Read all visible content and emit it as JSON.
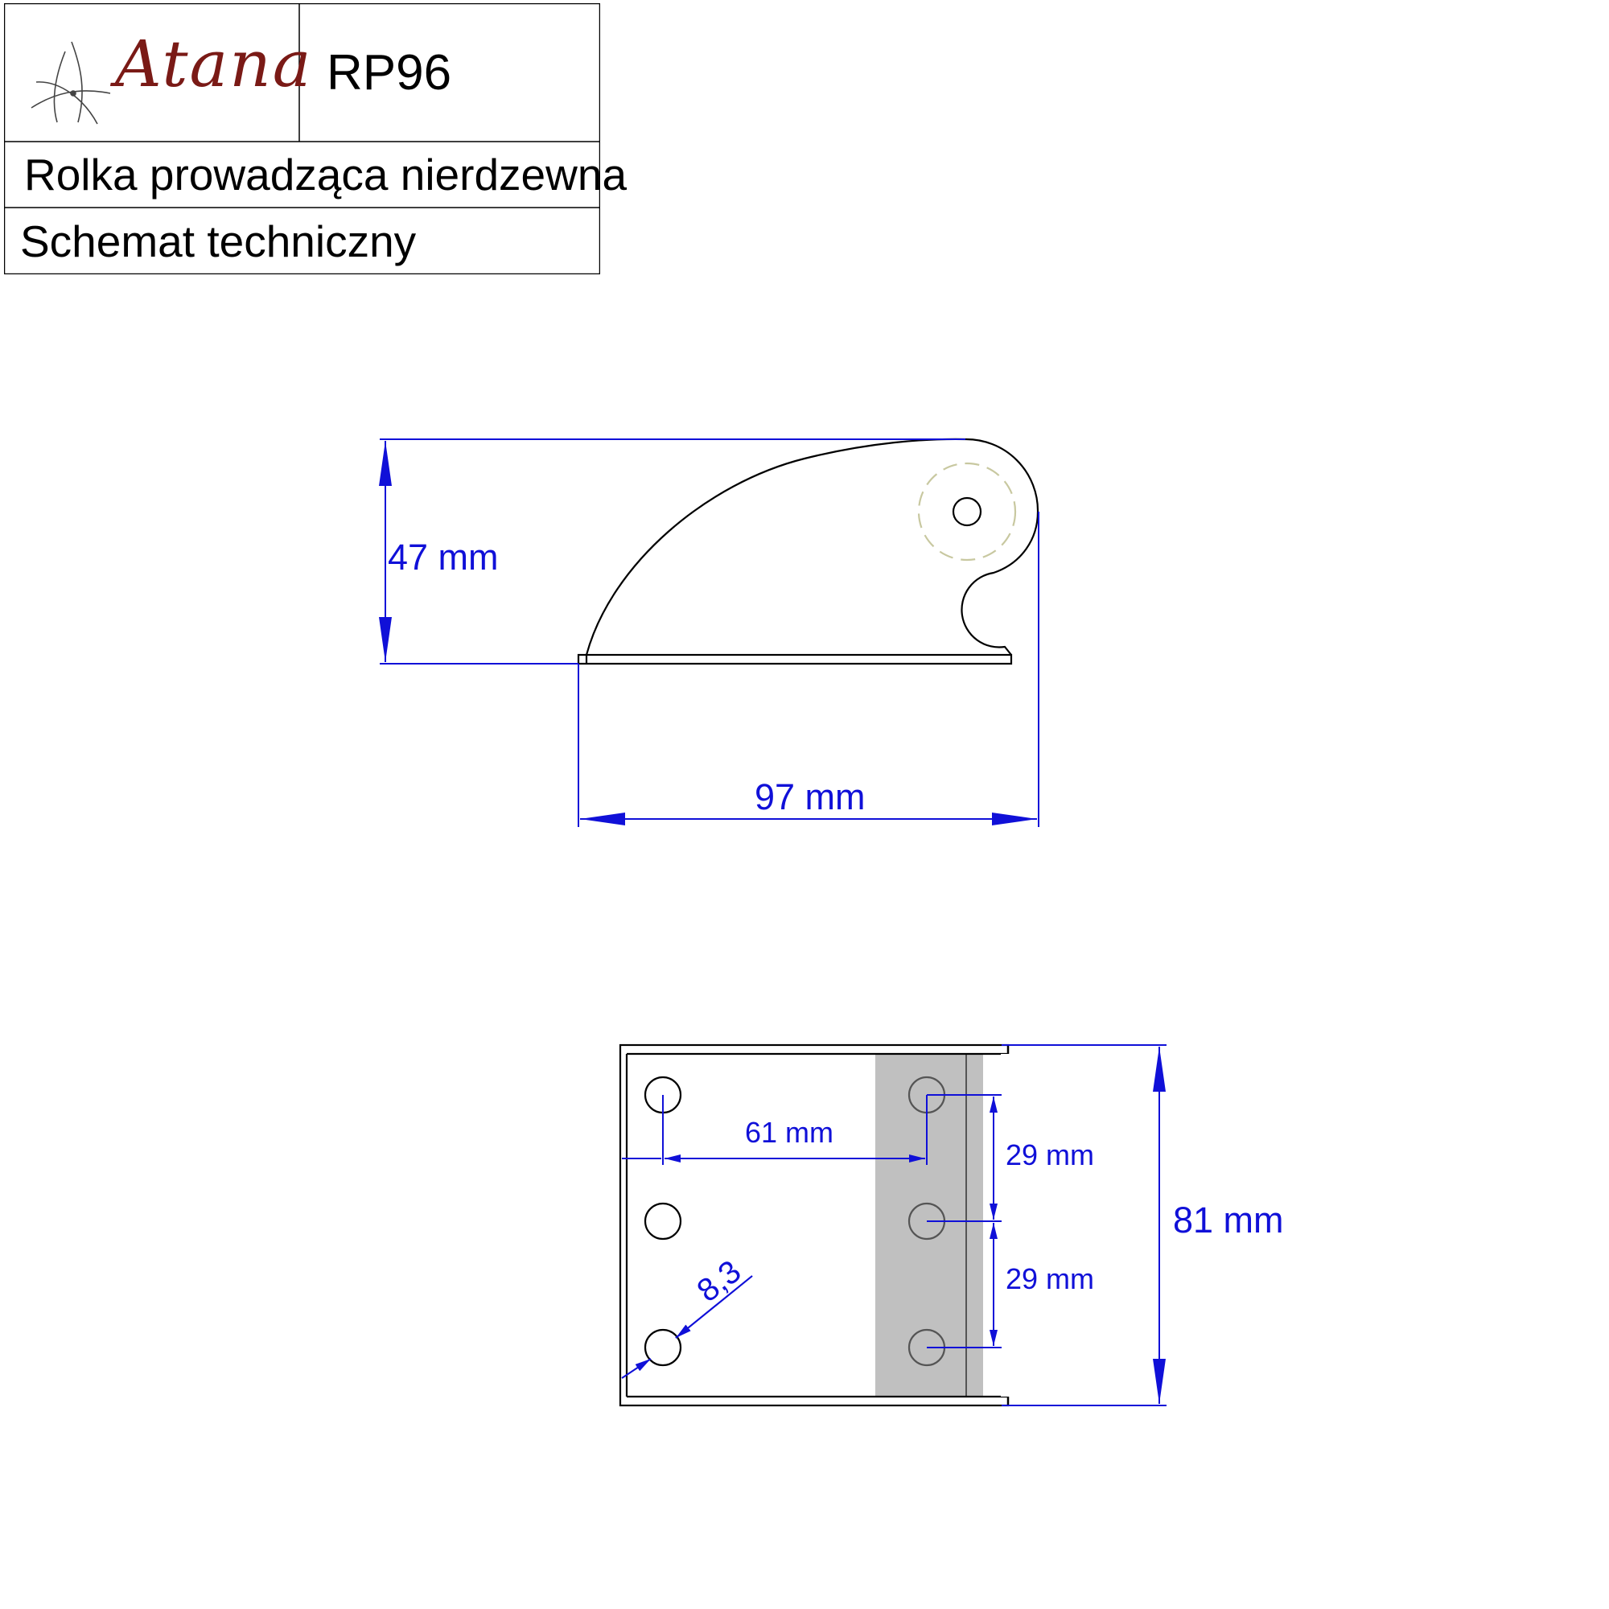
{
  "title_block": {
    "logo_text": "Atana",
    "product_code": "RP96",
    "product_name": "Rolka prowadząca nierdzewna",
    "document_type": "Schemat techniczny"
  },
  "side_view": {
    "height_label": "47 mm",
    "length_label": "97 mm"
  },
  "top_view": {
    "hole_spacing_label": "61 mm",
    "pitch_label_1": "29 mm",
    "pitch_label_2": "29 mm",
    "width_label": "81 mm",
    "hole_diameter_label": "8,3"
  },
  "colors": {
    "outline": "#000000",
    "dimension": "#1010d8",
    "roller_fill": "#c0c0c0",
    "hidden_line": "#c8c8a0",
    "logo": "#7a1a16"
  }
}
